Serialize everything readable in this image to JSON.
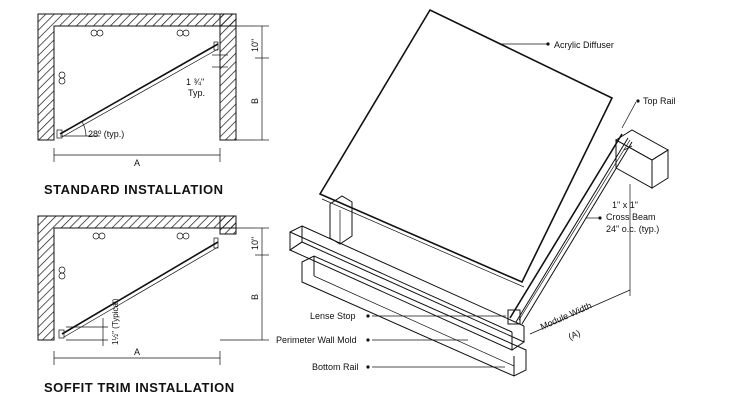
{
  "standard": {
    "title": "STANDARD INSTALLATION",
    "dim_10": "10\"",
    "dim_b": "B",
    "dim_1_3_4": "1 ¾\"",
    "dim_typ": "Typ.",
    "angle": "28º (typ.)",
    "dim_a": "A"
  },
  "soffit": {
    "title": "SOFFIT TRIM INSTALLATION",
    "dim_10": "10\"",
    "dim_b": "B",
    "dim_1_1_2": "1½\" (Typical)",
    "dim_a": "A"
  },
  "iso": {
    "acrylic_diffuser": "Acrylic Diffuser",
    "top_rail": "Top Rail",
    "cross_beam_1": "1\" x 1\"",
    "cross_beam_2": "Cross Beam",
    "cross_beam_3": "24\" o.c. (typ.)",
    "lense_stop": "Lense Stop",
    "perimeter_wall_mold": "Perimeter Wall Mold",
    "bottom_rail": "Bottom Rail",
    "module_width": "Module Width",
    "module_width_a": "(A)"
  }
}
